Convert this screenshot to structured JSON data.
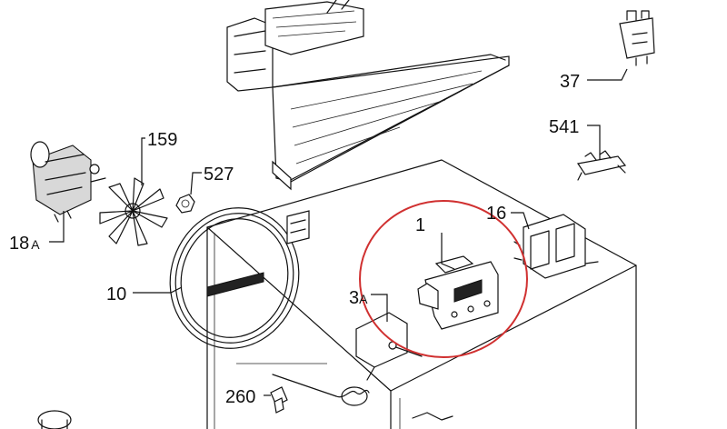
{
  "diagram": {
    "labels": {
      "p1": "1",
      "p3a_num": "3",
      "p3a_suf": "A",
      "p10": "10",
      "p16": "16",
      "p18a_num": "18",
      "p18a_suf": "A",
      "p37": "37",
      "p159": "159",
      "p260": "260",
      "p527": "527",
      "p541": "541"
    },
    "highlight_color": "#d03030"
  }
}
